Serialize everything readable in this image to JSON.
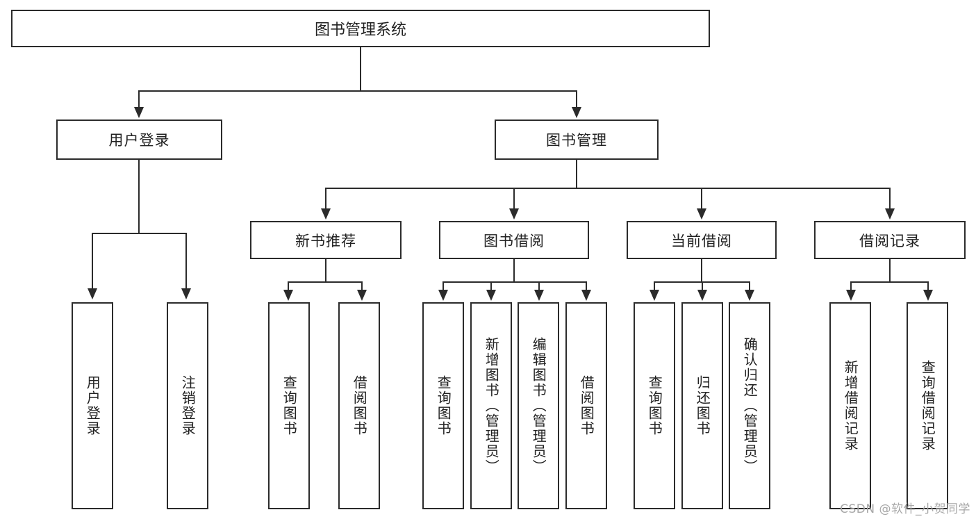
{
  "diagram": {
    "title": "图书管理系统",
    "type": "tree-hierarchy-diagram",
    "root": {
      "label": "图书管理系统"
    },
    "level1": [
      {
        "label": "用户登录"
      },
      {
        "label": "图书管理"
      }
    ],
    "level2": [
      {
        "label": "新书推荐"
      },
      {
        "label": "图书借阅"
      },
      {
        "label": "当前借阅"
      },
      {
        "label": "借阅记录"
      }
    ],
    "leaves": {
      "user_login": [
        {
          "label": "用户登录"
        },
        {
          "label": "注销登录"
        }
      ],
      "new_book_recommend": [
        {
          "label": "查询图书"
        },
        {
          "label": "借阅图书"
        }
      ],
      "book_borrow": [
        {
          "label": "查询图书"
        },
        {
          "label": "新增图书（管理员）"
        },
        {
          "label": "编辑图书（管理员）"
        },
        {
          "label": "借阅图书"
        }
      ],
      "current_borrow": [
        {
          "label": "查询图书"
        },
        {
          "label": "归还图书"
        },
        {
          "label": "确认归还（管理员）"
        }
      ],
      "borrow_record": [
        {
          "label": "新增借阅记录"
        },
        {
          "label": "查询借阅记录"
        }
      ]
    }
  },
  "watermark": {
    "text": "CSDN @软件_小贺同学"
  },
  "colors": {
    "stroke": "#2b2b2b",
    "text": "#222222",
    "background": "#ffffff",
    "watermark": "#a8a8a8"
  }
}
